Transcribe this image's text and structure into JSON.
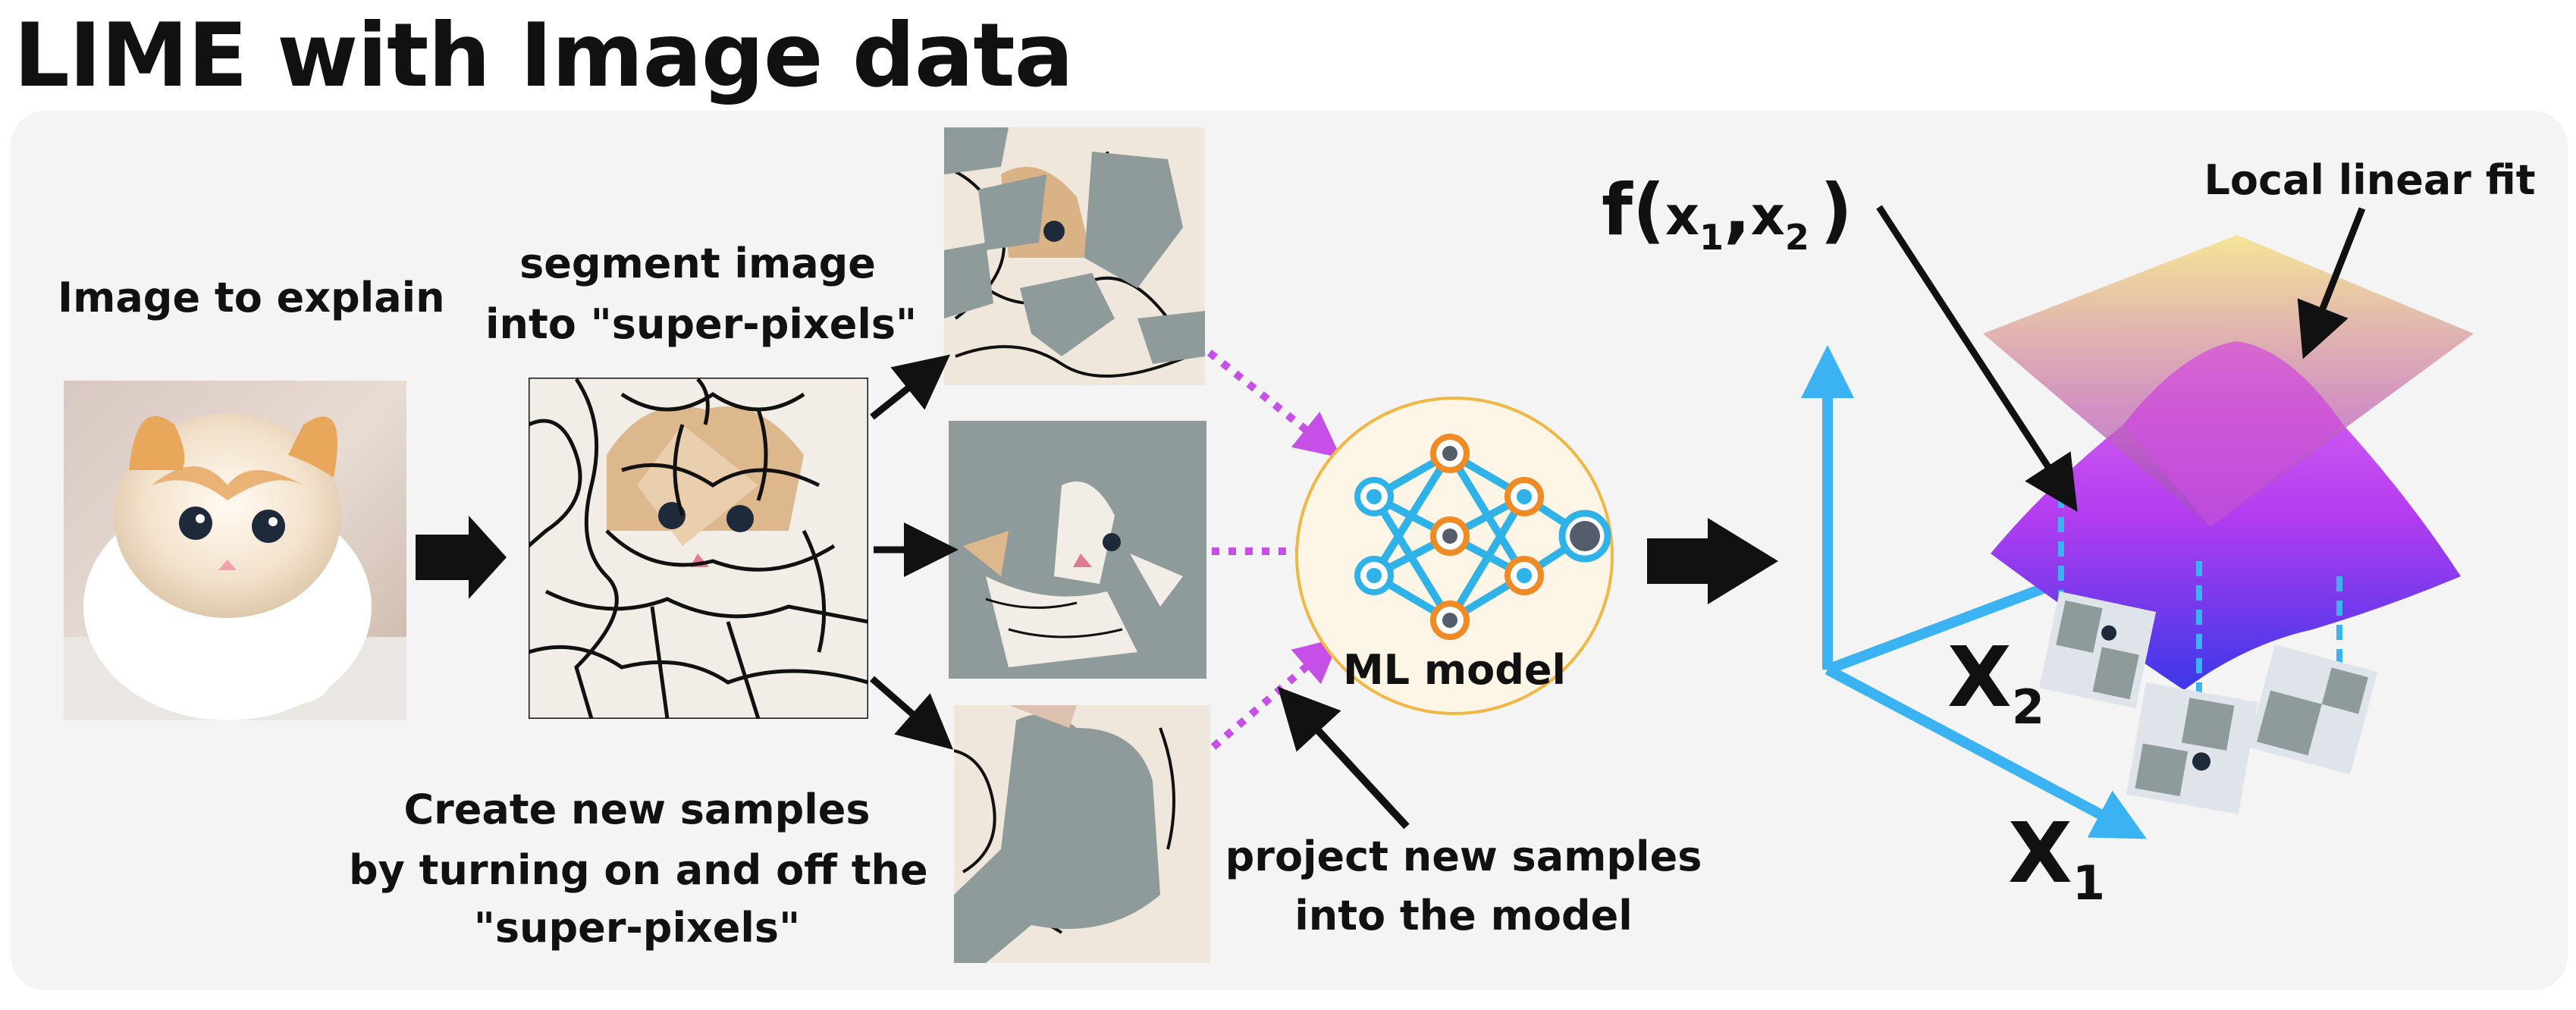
{
  "title": "LIME with Image data",
  "labels": {
    "image_to_explain": "Image to explain",
    "segment_line1": "segment image",
    "segment_line2": "into \"super-pixels\"",
    "create_line1": "Create new samples",
    "create_line2": "by turning on and off  the",
    "create_line3": "\"super-pixels\"",
    "project_line1": "project new samples",
    "project_line2": "into the model",
    "ml_model": "ML model",
    "local_fit": "Local linear fit"
  },
  "math": {
    "f": "f(",
    "x1": "x",
    "x1_sub": "1",
    "comma": ",",
    "x2": "x",
    "x2_sub": "2",
    "close": ")",
    "axis_x2": "X",
    "axis_x2_sub": "2",
    "axis_x1": "X",
    "axis_x1_sub": "1"
  },
  "colors": {
    "panel": "#f4f4f4",
    "gray_mask": "#8f9a9a",
    "dotted_arrow": "#c64fe8",
    "axis_blue": "#3bb3f2",
    "node_orange": "#f08a24",
    "node_blue": "#2fb2e8",
    "circle_border": "#f2b645",
    "circle_fill": "#fdf6e6"
  }
}
